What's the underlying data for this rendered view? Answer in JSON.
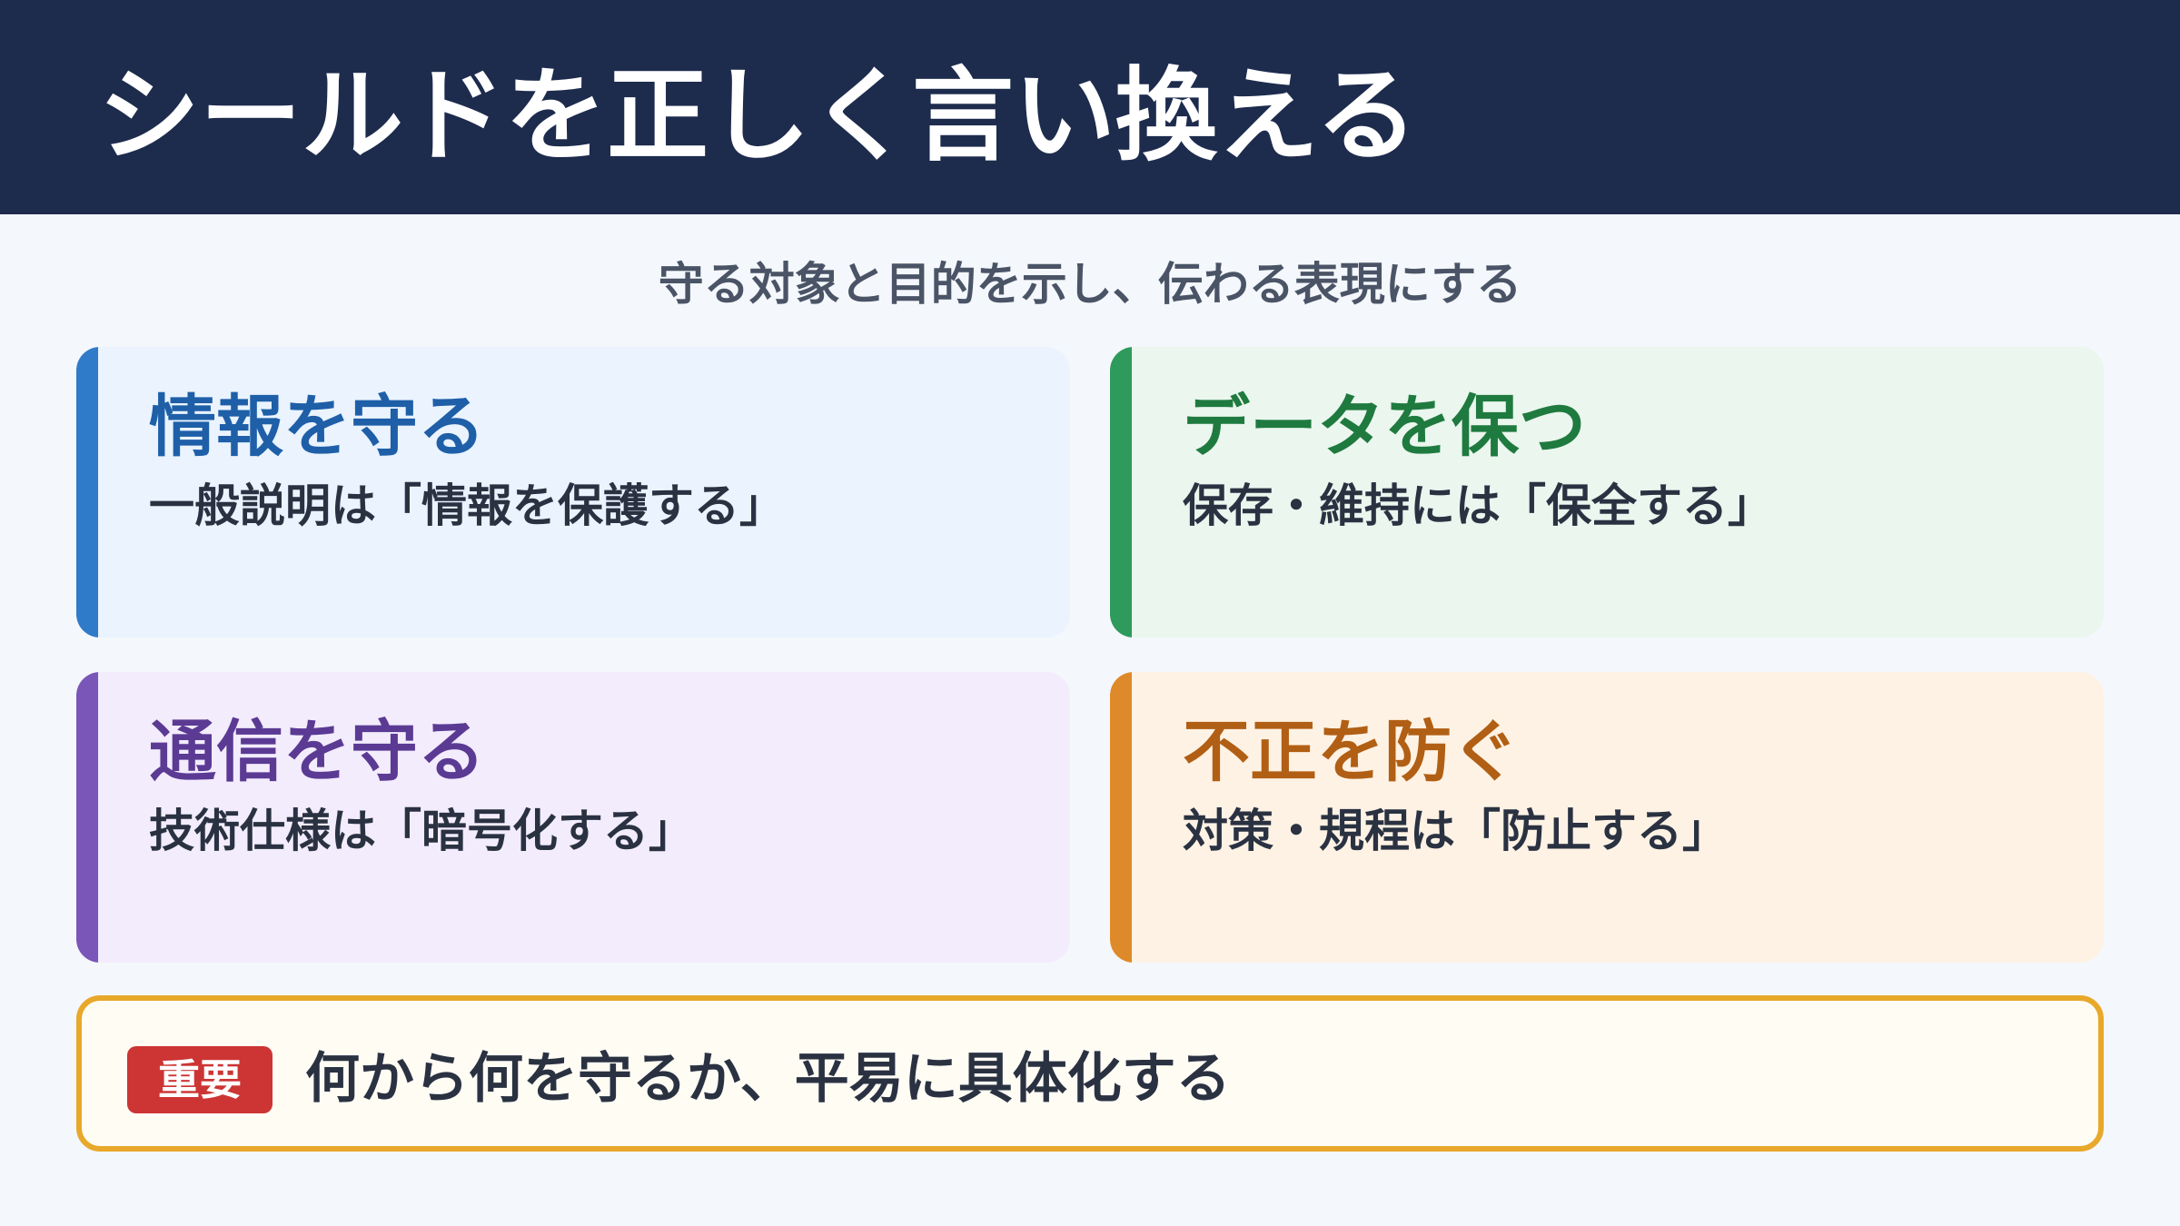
{
  "header": {
    "title": "シールドを正しく言い換える"
  },
  "subtitle": "守る対象と目的を示し、伝わる表現にする",
  "cards": [
    {
      "title": "情報を守る",
      "description": "一般説明は「情報を保護する」",
      "accent_color": "#2f7bc9"
    },
    {
      "title": "データを保つ",
      "description": "保存・維持には「保全する」",
      "accent_color": "#2e9a5c"
    },
    {
      "title": "通信を守る",
      "description": "技術仕様は「暗号化する」",
      "accent_color": "#7a56b8"
    },
    {
      "title": "不正を防ぐ",
      "description": "対策・規程は「防止する」",
      "accent_color": "#de8a2a"
    }
  ],
  "note": {
    "badge": "重要",
    "text": "何から何を守るか、平易に具体化する",
    "border_color": "#e8a82a",
    "badge_color": "#cc3534"
  },
  "colors": {
    "header_bg": "#1d2b4d",
    "page_bg": "#f4f7fb"
  }
}
